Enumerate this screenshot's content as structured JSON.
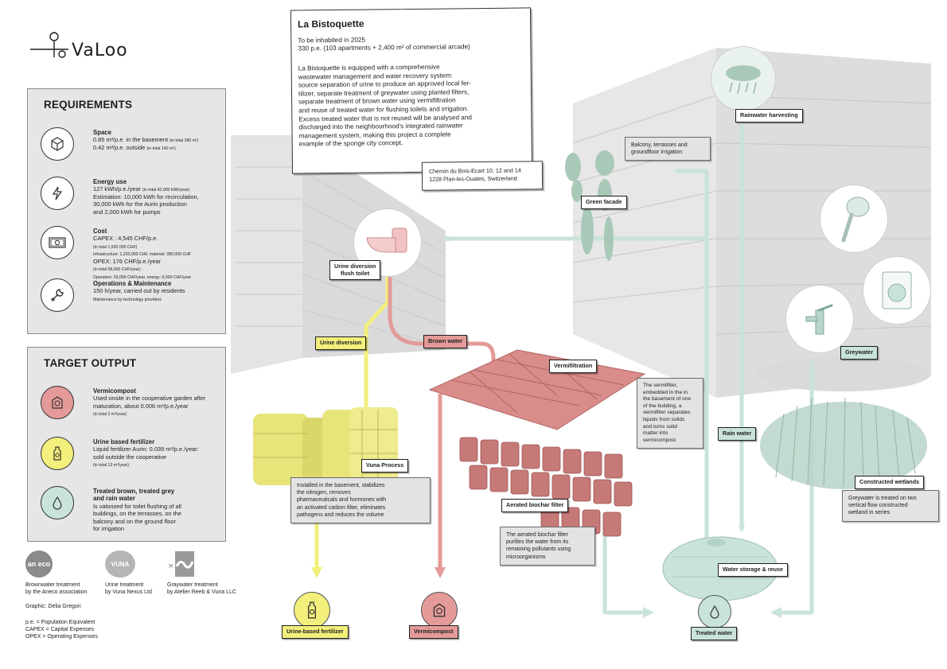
{
  "logo": {
    "text": "VaLoo"
  },
  "project": {
    "title": "La Bistoquette",
    "line1": "To be inhabited in 2025",
    "line2": "330 p.e. (103 apartments + 2,400 m² of commercial arcade)",
    "description_lines": [
      "La Bistoquette is equipped with a comprehensive",
      "wastewater management and water recovery system:",
      "source separation of urine to produce an approved local fer-",
      "tilizer, separate treatment of greywater using planted filters,",
      "separate treatment of brown water using vermifiltration",
      "and reuse of treated water for flushing toilets and irrigation.",
      "Excess treated water that is not reused will be analysed and",
      "discharged into the neighbourhood's integrated rainwater",
      "management system, making this project a complete",
      "example of the sponge city concept."
    ],
    "address_line1": "Chemin du Bois-Ecart 10, 12 and 14",
    "address_line2": "1228 Plan-les-Ouates, Switzerland"
  },
  "requirements": {
    "title": "REQUIREMENTS",
    "items": [
      {
        "icon": "cube-icon",
        "title": "Space",
        "lines": [
          {
            "text": "0.85 m²/p.e. in the basement",
            "small": "(in total 280 m²)"
          },
          {
            "text": "0.42 m²/p.e. outside",
            "small": "(in total 140 m²)"
          }
        ]
      },
      {
        "icon": "lightning-icon",
        "title": "Energy use",
        "lines": [
          {
            "text": "127 kWh/p.e./year",
            "small": "(in total 42,000 kWh/year)"
          },
          {
            "text": "Estimation: 10,000 kWh for recirculation,",
            "small": ""
          },
          {
            "text": "30,000 kWh for the Aurin production",
            "small": ""
          },
          {
            "text": "and 2,000 kWh for pumps",
            "small": ""
          }
        ]
      },
      {
        "icon": "banknote-icon",
        "title": "Cost",
        "lines": [
          {
            "text": "CAPEX : 4,545 CHF/p.e.",
            "small": ""
          },
          {
            "text": "",
            "small": "(in total 1,500 000 CHF)"
          },
          {
            "text": "",
            "small": "Infrastructure: 1,220,000 CHF, material: 280,000 CHF"
          },
          {
            "text": "OPEX: 176 CHF/p.e./year",
            "small": ""
          },
          {
            "text": "",
            "small": "(in total 58,000 CHF/year)"
          },
          {
            "text": "",
            "small": "Operation: 29,000 CHF/year, energy: 9,000 CHF/year"
          }
        ]
      },
      {
        "icon": "wrench-icon",
        "title": "Operations & Maintenance",
        "lines": [
          {
            "text": "150 h/year,  carried out by residents",
            "small": ""
          },
          {
            "text": "",
            "small": "Maintenance by technology providers"
          }
        ]
      }
    ]
  },
  "target_output": {
    "title": "TARGET OUTPUT",
    "items": [
      {
        "icon": "vermicompost-icon",
        "color": "#e49a98",
        "title": "Vermicompost",
        "lines": [
          {
            "text": "Used onsite in the cooperative garden after",
            "small": ""
          },
          {
            "text": "maturation, about 0.006 m³/p.e./year",
            "small": ""
          },
          {
            "text": "",
            "small": "(in total 2 m³/year)"
          }
        ]
      },
      {
        "icon": "fertilizer-bottle-icon",
        "color": "#f2ef7c",
        "title": "Urine based fertilizer",
        "lines": [
          {
            "text": "Liquid fertilizer Aurin: 0.039 m³/p.e./year:",
            "small": ""
          },
          {
            "text": "sold outside the cooperative",
            "small": ""
          },
          {
            "text": "",
            "small": "(in total 13 m³/year)"
          }
        ]
      },
      {
        "icon": "water-drop-icon",
        "color": "#c9e3d9",
        "title": "Treated brown, treated grey",
        "title2": "and rain water",
        "lines": [
          {
            "text": "Is valorized for toilet flushing of all",
            "small": ""
          },
          {
            "text": "buildings, on the terrasses, on the",
            "small": ""
          },
          {
            "text": "balcony and on the ground floor",
            "small": ""
          },
          {
            "text": "for irrigation",
            "small": ""
          }
        ]
      }
    ]
  },
  "partners": [
    {
      "logo_text": "an eco",
      "caption1": "Brownwater treatment",
      "caption2": "by the Aneco association"
    },
    {
      "logo_text": "VUNA",
      "caption1": "Urine treatment",
      "caption2": "by Vuna Nexus Ltd"
    },
    {
      "logo_text": "",
      "caption1": "Graywater treatment",
      "caption2": "by Atelier Reeb & Vuna LLC"
    }
  ],
  "credits": {
    "graphic": "Graphic: Delia Gregori",
    "abbr": [
      "p.e. = Population Equivalent",
      "CAPEX = Capital Expenses",
      "OPEX = Operating Expenses"
    ]
  },
  "diagram": {
    "toilet_label": [
      "Urine diversion",
      "flush toilet"
    ],
    "urine_diversion": "Urine diversion",
    "brown_water": "Brown water",
    "vermifiltration": "Vermifiltration",
    "vermi_desc": [
      "The vermifilter,",
      "embedded in the in",
      "the basement of one",
      "of the building, a",
      "vermifilter separates",
      "liquids from solids",
      "and turns solid",
      "matter into",
      "vermicompost"
    ],
    "vuna_process": "Vuna Process",
    "vuna_desc": [
      "Installed in the basement, stabilizes",
      "the nitrogen, removes",
      "pharmaceuticals and hormones with",
      "an activated carbon filter, eliminates",
      "pathogens and reduces the volume"
    ],
    "aerated_filter": "Aerated biochar filter",
    "aerated_desc": [
      "The aerated biochar filter",
      "purifies the water from its",
      "remaining pollutants using",
      "microorganisms"
    ],
    "green_facade": "Green facade",
    "balcony_desc": [
      "Balcony, terrasses and",
      "groundfloor irrigation"
    ],
    "rainwater_harvesting": "Rainwater harvesting",
    "rain_water": "Rain water",
    "greywater": "Greywater",
    "constructed_wetlands": "Constructed wetlands",
    "wetlands_desc": [
      "Greywater is treated on two",
      "vertical flow constructed",
      "wetland in series"
    ],
    "water_storage": "Water storage & reuse",
    "treated_water": "Treated water",
    "out_fertilizer": "Urine-based fertilizer",
    "out_vermicompost": "Vermicompost"
  },
  "colors": {
    "urine": "#f2ef7c",
    "brown": "#e49a98",
    "green": "#c9e3d9",
    "panel": "#e6e6e6"
  }
}
